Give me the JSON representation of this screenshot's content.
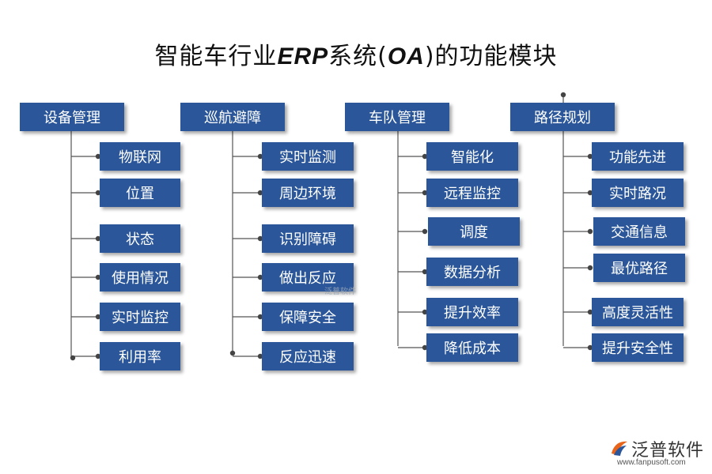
{
  "title": {
    "prefix": "智能车行业",
    "latin": "ERP",
    "middle": "系统(",
    "latin2": "OA",
    "suffix": ")的功能模块"
  },
  "colors": {
    "box": "#2b579a",
    "line": "#555555",
    "dot": "#444444"
  },
  "columns": [
    {
      "heading": "设备管理",
      "items": [
        "物联网",
        "位置",
        "状态",
        "使用情况",
        "实时监控",
        "利用率"
      ]
    },
    {
      "heading": "巡航避障",
      "items": [
        "实时监测",
        "周边环境",
        "识别障碍",
        "做出反应",
        "保障安全",
        "反应迅速"
      ]
    },
    {
      "heading": "车队管理",
      "items": [
        "智能化",
        "远程监控",
        "调度",
        "数据分析",
        "提升效率",
        "降低成本"
      ]
    },
    {
      "heading": "路径规划",
      "items": [
        "功能先进",
        "实时路况",
        "交通信息",
        "最优路径",
        "高度灵活性",
        "提升安全性"
      ]
    }
  ],
  "watermark": {
    "mid": "泛普软件",
    "brand": "泛普软件",
    "url": "www.fanpusoft.com",
    "icon": "fanpu-logo-icon"
  }
}
